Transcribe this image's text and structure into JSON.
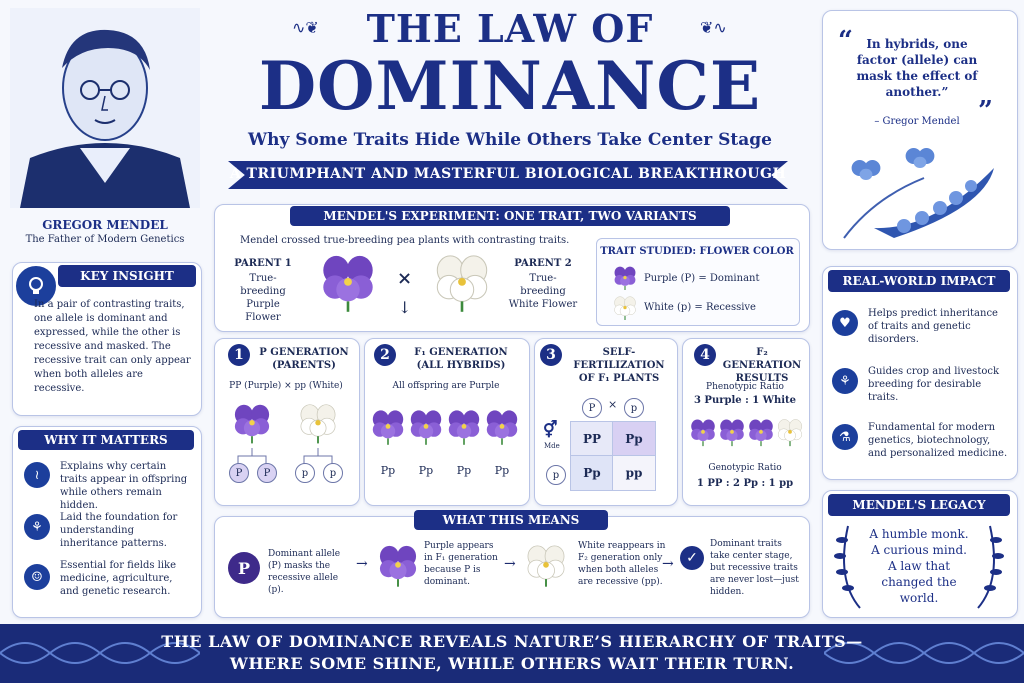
{
  "title": {
    "line1": "THE LAW OF",
    "line2": "DOMINANCE",
    "subtitle": "Why Some Traits Hide While Others Take Center Stage",
    "ribbon": "A TRIUMPHANT AND MASTERFUL BIOLOGICAL BREAKTHROUGH"
  },
  "mendel": {
    "name": "GREGOR MENDEL",
    "caption": "The Father of Modern Genetics"
  },
  "key_insight": {
    "heading": "KEY INSIGHT",
    "text": "In a pair of contrasting traits, one allele is dominant and expressed, while the other is recessive and masked. The recessive trait can only appear when both alleles are recessive."
  },
  "why_matters": {
    "heading": "WHY IT MATTERS",
    "items": [
      {
        "icon": "dna-icon",
        "text": "Explains why certain traits appear in offspring while others remain hidden."
      },
      {
        "icon": "sprout-icon",
        "text": "Laid the foundation for understanding inheritance patterns."
      },
      {
        "icon": "people-icon",
        "text": "Essential for fields like medicine, agriculture, and genetic research."
      }
    ]
  },
  "experiment": {
    "heading": "MENDEL'S EXPERIMENT: ONE TRAIT, TWO VARIANTS",
    "intro": "Mendel crossed true-breeding pea plants with contrasting traits.",
    "parent1_title": "PARENT 1",
    "parent1_desc": "True-breeding Purple Flower",
    "cross": "×",
    "parent2_title": "PARENT 2",
    "parent2_desc": "True-breeding White Flower",
    "trait_heading": "TRAIT STUDIED: FLOWER COLOR",
    "trait_purple": "Purple (P) = Dominant",
    "trait_white": "White (p) = Recessive"
  },
  "steps": [
    {
      "num": "1",
      "title": "P GENERATION (PARENTS)",
      "sub": "PP (Purple)  ×  pp (White)"
    },
    {
      "num": "2",
      "title": "F₁ GENERATION (ALL HYBRIDS)",
      "sub": "All offspring are Purple",
      "offspring": [
        "Pp",
        "Pp",
        "Pp",
        "Pp"
      ]
    },
    {
      "num": "3",
      "title": "SELF-FERTILIZATION OF F₁ PLANTS",
      "top_alleles": [
        "P",
        "p"
      ],
      "cross": "×",
      "side_label": "Mde",
      "side_alleles": [
        "P",
        "p"
      ],
      "grid": [
        "PP",
        "Pp",
        "Pp",
        "pp"
      ]
    },
    {
      "num": "4",
      "title": "F₂ GENERATION RESULTS",
      "pheno_label": "Phenotypic Ratio",
      "pheno": "3 Purple : 1 White",
      "geno_label": "Genotypic Ratio",
      "geno": "1 PP : 2 Pp : 1 pp"
    }
  ],
  "p_gen_alleles": {
    "left": [
      "P",
      "P"
    ],
    "right": [
      "p",
      "p"
    ]
  },
  "what_means": {
    "heading": "WHAT THIS MEANS",
    "badge": "P",
    "t1": "Dominant allele (P) masks the recessive allele (p).",
    "t2": "Purple appears in F₁ generation because P is dominant.",
    "t3": "White reappears in F₂ generation only when both alleles are recessive (pp).",
    "t4": "Dominant traits take center stage, but recessive traits are never lost—just hidden."
  },
  "quote": {
    "text": "In hybrids, one factor (allele) can mask the effect of another.”",
    "author": "– Gregor Mendel"
  },
  "real_world": {
    "heading": "REAL-WORLD IMPACT",
    "items": [
      {
        "icon": "heart-pulse-icon",
        "text": "Helps predict inheritance of traits and genetic disorders."
      },
      {
        "icon": "wheat-icon",
        "text": "Guides crop and livestock breeding for desirable traits."
      },
      {
        "icon": "microscope-icon",
        "text": "Fundamental for modern genetics, biotechnology, and personalized medicine."
      }
    ]
  },
  "legacy": {
    "heading": "MENDEL'S LEGACY",
    "lines": [
      "A humble monk.",
      "A curious mind.",
      "A law that",
      "changed the world."
    ]
  },
  "footer": {
    "line1": "THE LAW OF DOMINANCE REVEALS NATURE’S HIERARCHY OF TRAITS—",
    "line2": "WHERE SOME SHINE, WHILE OTHERS WAIT THEIR TURN."
  },
  "colors": {
    "navy": "#1c2f86",
    "purple": "#7b4fc9",
    "white_flower": "#f3f1ea",
    "background": "#f6f8fd"
  }
}
